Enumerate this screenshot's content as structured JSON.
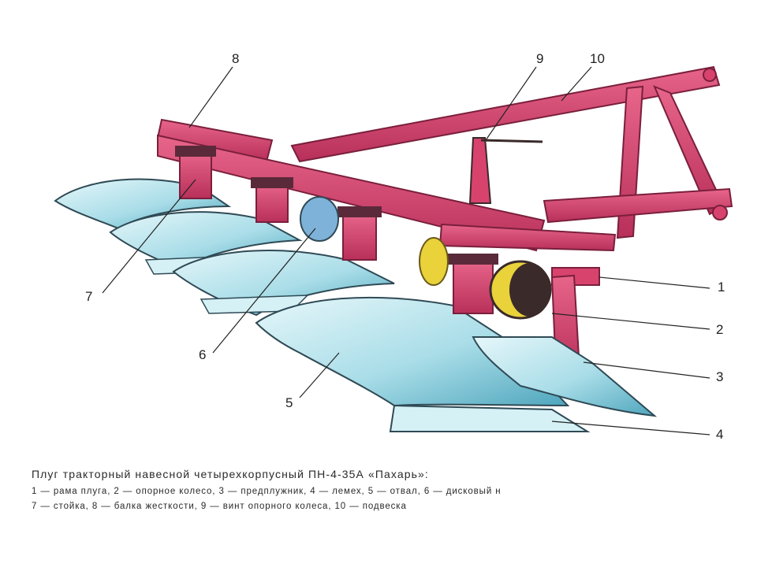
{
  "figure": {
    "callouts": {
      "n1": "1",
      "n2": "2",
      "n3": "3",
      "n4": "4",
      "n5": "5",
      "n6": "6",
      "n7": "7",
      "n8": "8",
      "n9": "9",
      "n10": "10"
    },
    "colors": {
      "frame": "#d8436e",
      "frame_dark": "#a82a50",
      "moldboard": "#bfe9ef",
      "moldboard_dark": "#5fb3c7",
      "outline": "#3a2a2a",
      "disk": "#e9d23a"
    }
  },
  "caption": {
    "title": "Плуг тракторный навесной четырехкорпусный ПН-4-35А «Пахарь»:",
    "legend_line1": "1 — рама плуга, 2 — опорное колесо, 3 — предплужник, 4 — лемех, 5 — отвал, 6 — дисковый н",
    "legend_line2": "7 — стойка, 8 — балка жесткости, 9 — винт опорного колеса, 10 — подвеска"
  }
}
